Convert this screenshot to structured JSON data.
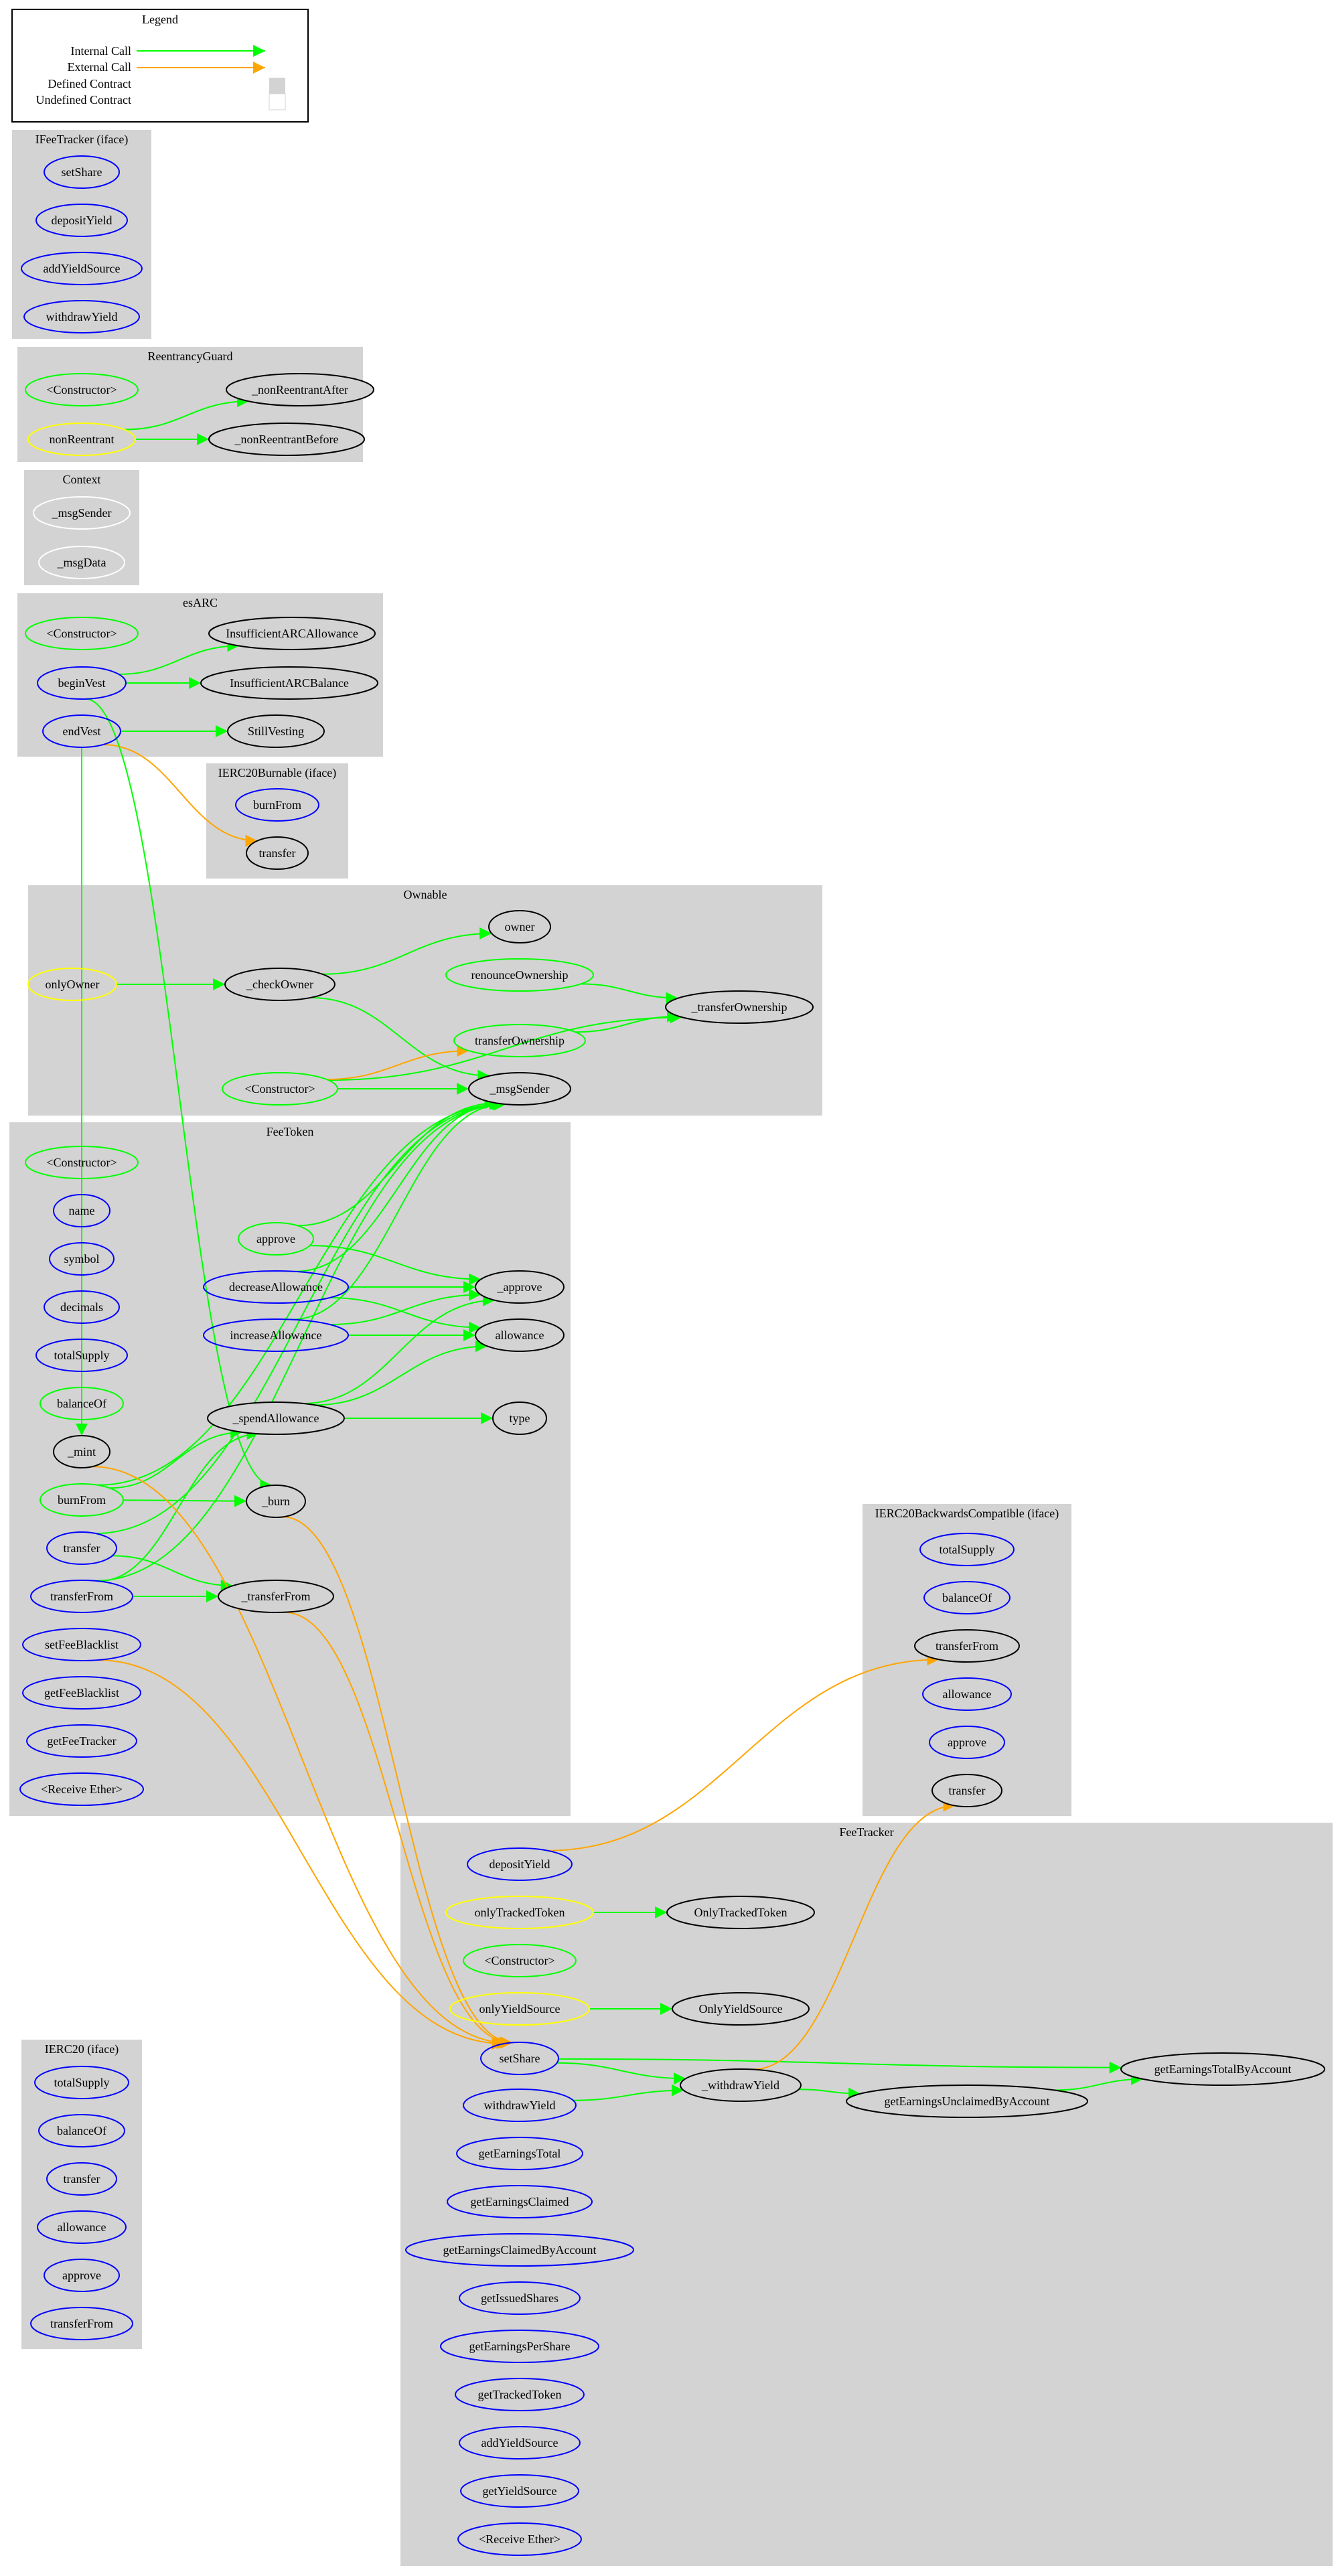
{
  "colors": {
    "cluster_fill": "#d3d3d3",
    "internal_call": "#00ff00",
    "external_call": "#ffa500",
    "public_border": "#00ff00",
    "external_border": "#0000ff",
    "modifier_border": "#ffff00",
    "internal_border": "#000000",
    "undefined_border": "#ffffff",
    "internal_fill": "#d3d3d3"
  },
  "legend": {
    "title": "Legend",
    "internal_call": "Internal Call",
    "external_call": "External Call",
    "defined_contract": "Defined Contract",
    "undefined_contract": "Undefined Contract"
  },
  "clusters": {
    "ifeetracker": {
      "title": "IFeeTracker  (iface)"
    },
    "reentrancy": {
      "title": "ReentrancyGuard"
    },
    "context": {
      "title": "Context"
    },
    "esarc": {
      "title": "esARC"
    },
    "ierc20burnable": {
      "title": "IERC20Burnable  (iface)"
    },
    "ownable": {
      "title": "Ownable"
    },
    "feetoken": {
      "title": "FeeToken"
    },
    "backcompat": {
      "title": "IERC20BackwardsCompatible  (iface)"
    },
    "feetracker": {
      "title": "FeeTracker"
    },
    "ierc20": {
      "title": "IERC20  (iface)"
    }
  },
  "nodes": [
    {
      "id": "ift_setShare",
      "label": "setShare",
      "style": "external"
    },
    {
      "id": "ift_depositYield",
      "label": "depositYield",
      "style": "external"
    },
    {
      "id": "ift_addYieldSource",
      "label": "addYieldSource",
      "style": "external"
    },
    {
      "id": "ift_withdrawYield",
      "label": "withdrawYield",
      "style": "external"
    },
    {
      "id": "rg_ctor",
      "label": "<Constructor>",
      "style": "public"
    },
    {
      "id": "rg_nonReentrant",
      "label": "nonReentrant",
      "style": "modifier"
    },
    {
      "id": "rg_after",
      "label": "_nonReentrantAfter",
      "style": "internal"
    },
    {
      "id": "rg_before",
      "label": "_nonReentrantBefore",
      "style": "internal"
    },
    {
      "id": "ctx_msgSender",
      "label": "_msgSender",
      "style": "undefined"
    },
    {
      "id": "ctx_msgData",
      "label": "_msgData",
      "style": "undefined"
    },
    {
      "id": "es_ctor",
      "label": "<Constructor>",
      "style": "public"
    },
    {
      "id": "es_beginVest",
      "label": "beginVest",
      "style": "external"
    },
    {
      "id": "es_endVest",
      "label": "endVest",
      "style": "external"
    },
    {
      "id": "es_insAllow",
      "label": "InsufficientARCAllowance",
      "style": "internal"
    },
    {
      "id": "es_insBal",
      "label": "InsufficientARCBalance",
      "style": "internal"
    },
    {
      "id": "es_still",
      "label": "StillVesting",
      "style": "internal"
    },
    {
      "id": "ib_burnFrom",
      "label": "burnFrom",
      "style": "external"
    },
    {
      "id": "ib_transfer",
      "label": "transfer",
      "style": "internal"
    },
    {
      "id": "ow_onlyOwner",
      "label": "onlyOwner",
      "style": "modifier"
    },
    {
      "id": "ow_checkOwner",
      "label": "_checkOwner",
      "style": "internal"
    },
    {
      "id": "ow_owner",
      "label": "owner",
      "style": "internal"
    },
    {
      "id": "ow_renounce",
      "label": "renounceOwnership",
      "style": "public"
    },
    {
      "id": "ow_transferOwnership_i",
      "label": "_transferOwnership",
      "style": "internal"
    },
    {
      "id": "ow_transferOwnership",
      "label": "transferOwnership",
      "style": "public"
    },
    {
      "id": "ow_ctor",
      "label": "<Constructor>",
      "style": "public"
    },
    {
      "id": "ow_msgSender",
      "label": "_msgSender",
      "style": "internal"
    },
    {
      "id": "ft_ctor",
      "label": "<Constructor>",
      "style": "public"
    },
    {
      "id": "ft_name",
      "label": "name",
      "style": "external"
    },
    {
      "id": "ft_symbol",
      "label": "symbol",
      "style": "external"
    },
    {
      "id": "ft_decimals",
      "label": "decimals",
      "style": "external"
    },
    {
      "id": "ft_totalSupply",
      "label": "totalSupply",
      "style": "external"
    },
    {
      "id": "ft_balanceOf",
      "label": "balanceOf",
      "style": "public"
    },
    {
      "id": "ft_mint",
      "label": "_mint",
      "style": "internal"
    },
    {
      "id": "ft_burnFrom",
      "label": "burnFrom",
      "style": "public"
    },
    {
      "id": "ft_transfer",
      "label": "transfer",
      "style": "external"
    },
    {
      "id": "ft_transferFrom",
      "label": "transferFrom",
      "style": "external"
    },
    {
      "id": "ft_setFeeBlacklist",
      "label": "setFeeBlacklist",
      "style": "external"
    },
    {
      "id": "ft_getFeeBlacklist",
      "label": "getFeeBlacklist",
      "style": "external"
    },
    {
      "id": "ft_getFeeTracker",
      "label": "getFeeTracker",
      "style": "external"
    },
    {
      "id": "ft_receive",
      "label": "<Receive Ether>",
      "style": "external"
    },
    {
      "id": "ft_approve",
      "label": "approve",
      "style": "public"
    },
    {
      "id": "ft_decAllow",
      "label": "decreaseAllowance",
      "style": "external"
    },
    {
      "id": "ft_incAllow",
      "label": "increaseAllowance",
      "style": "external"
    },
    {
      "id": "ft_spendAllow",
      "label": "_spendAllowance",
      "style": "internal"
    },
    {
      "id": "ft_burn",
      "label": "_burn",
      "style": "internal"
    },
    {
      "id": "ft_transferFrom_i",
      "label": "_transferFrom",
      "style": "internal"
    },
    {
      "id": "ft_approve_i",
      "label": "_approve",
      "style": "internal"
    },
    {
      "id": "ft_allowance",
      "label": "allowance",
      "style": "internal"
    },
    {
      "id": "ft_type",
      "label": "type",
      "style": "internal"
    },
    {
      "id": "bc_totalSupply",
      "label": "totalSupply",
      "style": "external"
    },
    {
      "id": "bc_balanceOf",
      "label": "balanceOf",
      "style": "external"
    },
    {
      "id": "bc_transferFrom",
      "label": "transferFrom",
      "style": "internal"
    },
    {
      "id": "bc_allowance",
      "label": "allowance",
      "style": "external"
    },
    {
      "id": "bc_approve",
      "label": "approve",
      "style": "external"
    },
    {
      "id": "bc_transfer",
      "label": "transfer",
      "style": "internal"
    },
    {
      "id": "tr_depositYield",
      "label": "depositYield",
      "style": "external"
    },
    {
      "id": "tr_onlyTrackedToken",
      "label": "onlyTrackedToken",
      "style": "modifier"
    },
    {
      "id": "tr_OnlyTrackedToken",
      "label": "OnlyTrackedToken",
      "style": "internal"
    },
    {
      "id": "tr_ctor",
      "label": "<Constructor>",
      "style": "public"
    },
    {
      "id": "tr_onlyYieldSource",
      "label": "onlyYieldSource",
      "style": "modifier"
    },
    {
      "id": "tr_OnlyYieldSource",
      "label": "OnlyYieldSource",
      "style": "internal"
    },
    {
      "id": "tr_setShare",
      "label": "setShare",
      "style": "external"
    },
    {
      "id": "tr_withdrawYield_i",
      "label": "_withdrawYield",
      "style": "internal"
    },
    {
      "id": "tr_getEarnTotalByAcc",
      "label": "getEarningsTotalByAccount",
      "style": "internal"
    },
    {
      "id": "tr_withdrawYield",
      "label": "withdrawYield",
      "style": "external"
    },
    {
      "id": "tr_getEarnUnclaimed",
      "label": "getEarningsUnclaimedByAccount",
      "style": "internal"
    },
    {
      "id": "tr_getEarningsTotal",
      "label": "getEarningsTotal",
      "style": "external"
    },
    {
      "id": "tr_getEarningsClaimed",
      "label": "getEarningsClaimed",
      "style": "external"
    },
    {
      "id": "tr_getEarnClaimedByAcc",
      "label": "getEarningsClaimedByAccount",
      "style": "external"
    },
    {
      "id": "tr_getIssuedShares",
      "label": "getIssuedShares",
      "style": "external"
    },
    {
      "id": "tr_getEarningsPerShare",
      "label": "getEarningsPerShare",
      "style": "external"
    },
    {
      "id": "tr_getTrackedToken",
      "label": "getTrackedToken",
      "style": "external"
    },
    {
      "id": "tr_addYieldSource",
      "label": "addYieldSource",
      "style": "external"
    },
    {
      "id": "tr_getYieldSource",
      "label": "getYieldSource",
      "style": "external"
    },
    {
      "id": "tr_receive",
      "label": "<Receive Ether>",
      "style": "external"
    },
    {
      "id": "ie_totalSupply",
      "label": "totalSupply",
      "style": "external"
    },
    {
      "id": "ie_balanceOf",
      "label": "balanceOf",
      "style": "external"
    },
    {
      "id": "ie_transfer",
      "label": "transfer",
      "style": "external"
    },
    {
      "id": "ie_allowance",
      "label": "allowance",
      "style": "external"
    },
    {
      "id": "ie_approve",
      "label": "approve",
      "style": "external"
    },
    {
      "id": "ie_transferFrom",
      "label": "transferFrom",
      "style": "external"
    }
  ],
  "edges": [
    {
      "from": "rg_nonReentrant",
      "to": "rg_after",
      "kind": "internal"
    },
    {
      "from": "rg_nonReentrant",
      "to": "rg_before",
      "kind": "internal"
    },
    {
      "from": "es_beginVest",
      "to": "es_insAllow",
      "kind": "internal"
    },
    {
      "from": "es_beginVest",
      "to": "es_insBal",
      "kind": "internal"
    },
    {
      "from": "es_endVest",
      "to": "es_still",
      "kind": "internal"
    },
    {
      "from": "es_endVest",
      "to": "ib_transfer",
      "kind": "external"
    },
    {
      "from": "es_beginVest",
      "to": "ft_burn",
      "kind": "internal"
    },
    {
      "from": "es_endVest",
      "to": "ft_mint",
      "kind": "internal"
    },
    {
      "from": "ow_onlyOwner",
      "to": "ow_checkOwner",
      "kind": "internal"
    },
    {
      "from": "ow_checkOwner",
      "to": "ow_owner",
      "kind": "internal"
    },
    {
      "from": "ow_checkOwner",
      "to": "ow_msgSender",
      "kind": "internal"
    },
    {
      "from": "ow_renounce",
      "to": "ow_transferOwnership_i",
      "kind": "internal"
    },
    {
      "from": "ow_transferOwnership",
      "to": "ow_transferOwnership_i",
      "kind": "internal"
    },
    {
      "from": "ow_ctor",
      "to": "ow_transferOwnership_i",
      "kind": "internal"
    },
    {
      "from": "ow_ctor",
      "to": "ow_msgSender",
      "kind": "internal"
    },
    {
      "from": "ow_ctor",
      "to": "ow_transferOwnership",
      "kind": "external"
    },
    {
      "from": "ft_approve",
      "to": "ow_msgSender",
      "kind": "internal"
    },
    {
      "from": "ft_approve",
      "to": "ft_approve_i",
      "kind": "internal"
    },
    {
      "from": "ft_decAllow",
      "to": "ow_msgSender",
      "kind": "internal"
    },
    {
      "from": "ft_decAllow",
      "to": "ft_approve_i",
      "kind": "internal"
    },
    {
      "from": "ft_decAllow",
      "to": "ft_allowance",
      "kind": "internal"
    },
    {
      "from": "ft_incAllow",
      "to": "ow_msgSender",
      "kind": "internal"
    },
    {
      "from": "ft_incAllow",
      "to": "ft_approve_i",
      "kind": "internal"
    },
    {
      "from": "ft_incAllow",
      "to": "ft_allowance",
      "kind": "internal"
    },
    {
      "from": "ft_spendAllow",
      "to": "ft_allowance",
      "kind": "internal"
    },
    {
      "from": "ft_spendAllow",
      "to": "ft_approve_i",
      "kind": "internal"
    },
    {
      "from": "ft_spendAllow",
      "to": "ft_type",
      "kind": "internal"
    },
    {
      "from": "ft_burnFrom",
      "to": "ft_spendAllow",
      "kind": "internal"
    },
    {
      "from": "ft_burnFrom",
      "to": "ft_burn",
      "kind": "internal"
    },
    {
      "from": "ft_burnFrom",
      "to": "ow_msgSender",
      "kind": "internal"
    },
    {
      "from": "ft_transfer",
      "to": "ft_transferFrom_i",
      "kind": "internal"
    },
    {
      "from": "ft_transfer",
      "to": "ow_msgSender",
      "kind": "internal"
    },
    {
      "from": "ft_transferFrom",
      "to": "ft_spendAllow",
      "kind": "internal"
    },
    {
      "from": "ft_transferFrom",
      "to": "ft_transferFrom_i",
      "kind": "internal"
    },
    {
      "from": "ft_transferFrom",
      "to": "ow_msgSender",
      "kind": "internal"
    },
    {
      "from": "ft_mint",
      "to": "tr_setShare",
      "kind": "external"
    },
    {
      "from": "ft_burn",
      "to": "tr_setShare",
      "kind": "external"
    },
    {
      "from": "ft_transferFrom_i",
      "to": "tr_setShare",
      "kind": "external"
    },
    {
      "from": "ft_setFeeBlacklist",
      "to": "tr_setShare",
      "kind": "external"
    },
    {
      "from": "tr_depositYield",
      "to": "bc_transferFrom",
      "kind": "external"
    },
    {
      "from": "tr_onlyTrackedToken",
      "to": "tr_OnlyTrackedToken",
      "kind": "internal"
    },
    {
      "from": "tr_onlyYieldSource",
      "to": "tr_OnlyYieldSource",
      "kind": "internal"
    },
    {
      "from": "tr_setShare",
      "to": "tr_withdrawYield_i",
      "kind": "internal"
    },
    {
      "from": "tr_setShare",
      "to": "tr_getEarnTotalByAcc",
      "kind": "internal"
    },
    {
      "from": "tr_withdrawYield",
      "to": "tr_withdrawYield_i",
      "kind": "internal"
    },
    {
      "from": "tr_withdrawYield_i",
      "to": "tr_getEarnUnclaimed",
      "kind": "internal"
    },
    {
      "from": "tr_withdrawYield_i",
      "to": "bc_transfer",
      "kind": "external"
    },
    {
      "from": "tr_getEarnUnclaimed",
      "to": "tr_getEarnTotalByAcc",
      "kind": "internal"
    }
  ]
}
